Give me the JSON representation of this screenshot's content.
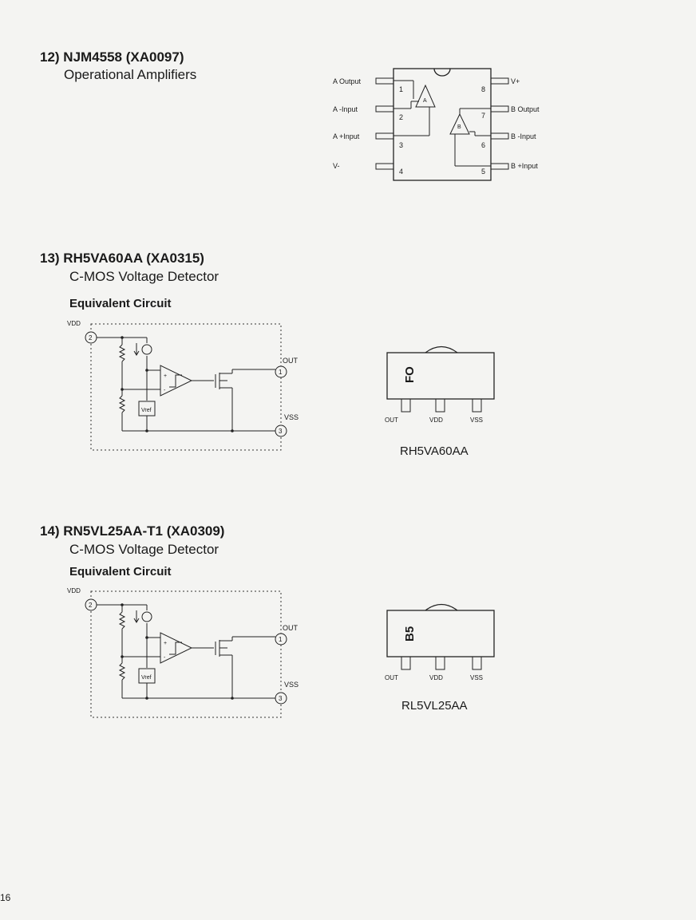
{
  "sections": [
    {
      "title": "12) NJM4558  (XA0097)",
      "subtitle": "Operational Amplifiers",
      "pinout": {
        "left": [
          "A Output",
          "A -Input",
          "A +Input",
          "V-"
        ],
        "right": [
          "V+",
          "B Output",
          "B -Input",
          "B +Input"
        ],
        "left_numbers": [
          "1",
          "2",
          "3",
          "4"
        ],
        "right_numbers": [
          "8",
          "7",
          "6",
          "5"
        ],
        "amp_labels": [
          "A",
          "B"
        ]
      }
    },
    {
      "title": "13) RH5VA60AA (XA0315)",
      "subtitle": "C-MOS Voltage Detector",
      "circuit_heading": "Equivalent Circuit",
      "circuit": {
        "vdd": "VDD",
        "out": "OUT",
        "vss": "VSS",
        "vref": "Vref",
        "pins": [
          "2",
          "1",
          "3"
        ]
      },
      "package": {
        "marking": "FO",
        "pins": [
          "OUT",
          "VDD",
          "VSS"
        ],
        "name": "RH5VA60AA"
      }
    },
    {
      "title": "14) RN5VL25AA-T1 (XA0309)",
      "subtitle": "C-MOS Voltage Detector",
      "circuit_heading": "Equivalent Circuit",
      "circuit": {
        "vdd": "VDD",
        "out": "OUT",
        "vss": "VSS",
        "vref": "Vref",
        "pins": [
          "2",
          "1",
          "3"
        ]
      },
      "package": {
        "marking": "B5",
        "pins": [
          "OUT",
          "VDD",
          "VSS"
        ],
        "name": "RL5VL25AA"
      }
    }
  ],
  "page_number": "16"
}
